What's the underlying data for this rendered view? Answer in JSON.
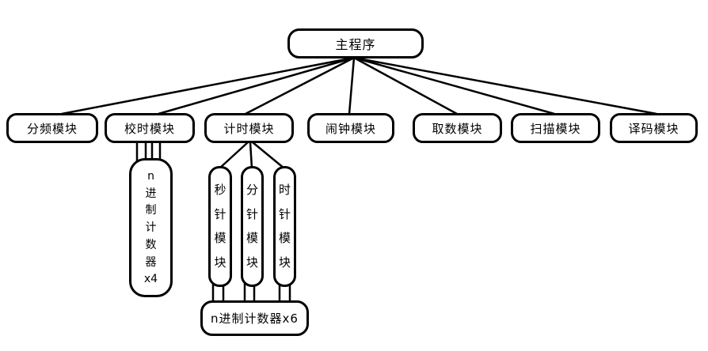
{
  "diagram": {
    "title": "program module structure",
    "background_color": "#ffffff",
    "line_color": "#000000",
    "nodes": {
      "root": {
        "label": "主程序"
      },
      "modules": [
        {
          "label": "分频模块"
        },
        {
          "label": "校时模块"
        },
        {
          "label": "计时模块"
        },
        {
          "label": "闹钟模块"
        },
        {
          "label": "取数模块"
        },
        {
          "label": "扫描模块"
        },
        {
          "label": "译码模块"
        }
      ],
      "counter_x4": {
        "label": "n进制计数器x4",
        "lines": [
          "n",
          "进",
          "制",
          "计",
          "数",
          "器",
          "x4"
        ]
      },
      "hands": [
        {
          "label": "秒针模块",
          "chars": [
            "秒",
            "针",
            "模",
            "块"
          ]
        },
        {
          "label": "分针模块",
          "chars": [
            "分",
            "针",
            "模",
            "块"
          ]
        },
        {
          "label": "时针模块",
          "chars": [
            "时",
            "针",
            "模",
            "块"
          ]
        }
      ],
      "counter_x6": {
        "label": "n进制计数器x6"
      }
    }
  }
}
